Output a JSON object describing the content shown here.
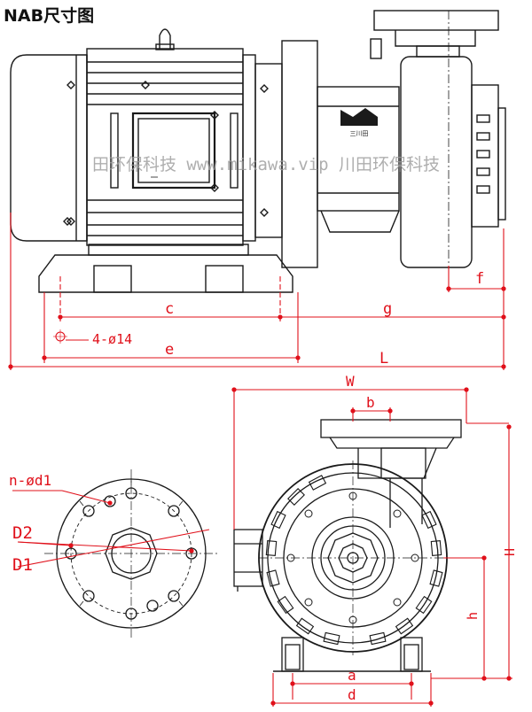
{
  "title": "NAB尺寸图",
  "watermark": "田环保科技  www.mikawa.vip  川田环保科技",
  "brand": "三川田",
  "side_view": {
    "labels": {
      "c": "c",
      "g": "g",
      "f": "f",
      "e": "e",
      "L": "L",
      "bolt": "4-ø14"
    }
  },
  "flange_view": {
    "labels": {
      "bolt_holes": "n-ød1",
      "pcd": "D2",
      "outer_diameter": "D1"
    }
  },
  "front_view": {
    "labels": {
      "W": "W",
      "b": "b",
      "H": "H",
      "h": "h",
      "a": "a",
      "d": "d"
    }
  },
  "colors": {
    "dimension": "#e0101a",
    "outline": "#1a1a1a",
    "watermark": "#9a9a9a"
  }
}
